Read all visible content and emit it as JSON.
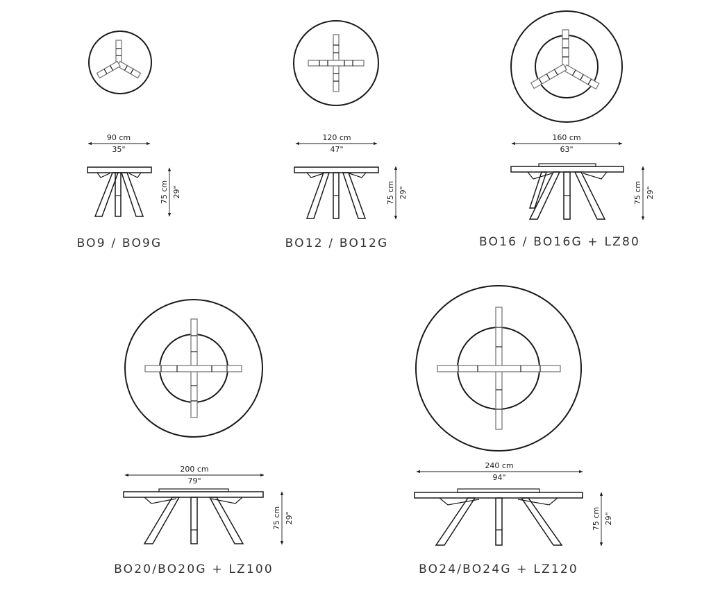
{
  "tables": [
    {
      "width_cm": "90 cm",
      "width_in": "35\"",
      "height_cm": "75 cm",
      "height_in": "29\"",
      "model": "BO9 / BO9G",
      "base": "tripod",
      "lazy_susan": false
    },
    {
      "width_cm": "120 cm",
      "width_in": "47\"",
      "height_cm": "75 cm",
      "height_in": "29\"",
      "model": "BO12 / BO12G",
      "base": "cross",
      "lazy_susan": false
    },
    {
      "width_cm": "160 cm",
      "width_in": "63\"",
      "height_cm": "75 cm",
      "height_in": "29\"",
      "model": "BO16 / BO16G + LZ80",
      "base": "tripod",
      "lazy_susan": true
    },
    {
      "width_cm": "200 cm",
      "width_in": "79\"",
      "height_cm": "75 cm",
      "height_in": "29\"",
      "model": "BO20/BO20G + LZ100",
      "base": "cross",
      "lazy_susan": true
    },
    {
      "width_cm": "240 cm",
      "width_in": "94\"",
      "height_cm": "75 cm",
      "height_in": "29\"",
      "model": "BO24/BO24G + LZ120",
      "base": "cross",
      "lazy_susan": true
    }
  ]
}
